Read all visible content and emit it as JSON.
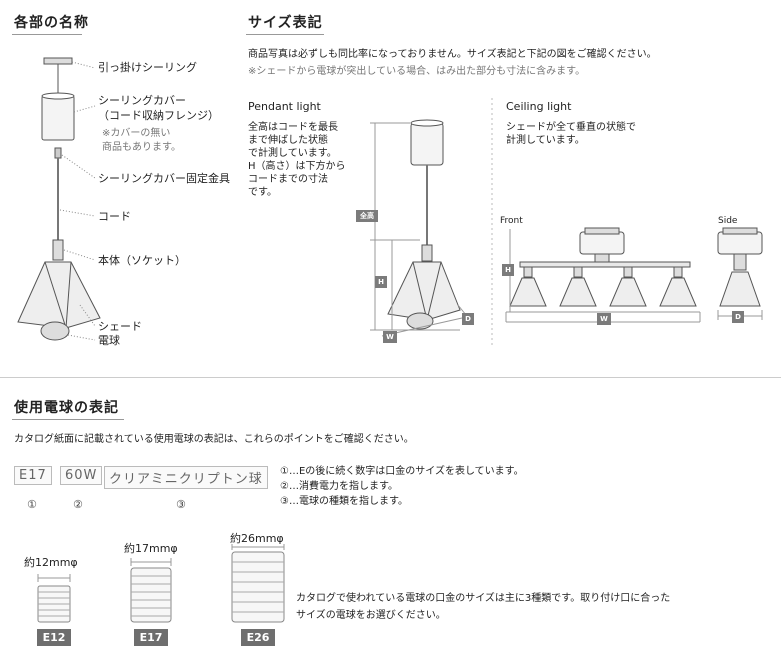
{
  "parts": {
    "title": "各部の名称",
    "labels": {
      "hook_ring": "引っ掛けシーリング",
      "ceiling_cover": "シーリングカバー",
      "ceiling_cover_sub": "（コード収納フレンジ）",
      "note1": "※カバーの無い",
      "note2": "商品もあります。",
      "fixing": "シーリングカバー固定金具",
      "cord": "コード",
      "body": "本体（ソケット）",
      "shade": "シェード",
      "bulb": "電球"
    }
  },
  "size": {
    "title": "サイズ表記",
    "desc1": "商品写真は必ずしも同比率になっておりません。サイズ表記と下記の図をご確認ください。",
    "desc2": "※シェードから電球が突出している場合、はみ出た部分も寸法に含みます。",
    "pendant": {
      "title": "Pendant light",
      "lines": [
        "全高はコードを最長",
        "まで伸ばした状態",
        "で計測しています。",
        "H（高さ）は下方から",
        "コードまでの寸法",
        "です。"
      ],
      "tag_total": "全高",
      "tag_h": "H",
      "tag_w": "W",
      "tag_d": "D"
    },
    "ceiling": {
      "title": "Ceiling light",
      "lines": [
        "シェードが全て垂直の状態で",
        "計測しています。"
      ],
      "front": "Front",
      "side": "Side",
      "tag_h": "H",
      "tag_w": "W",
      "tag_d": "D"
    }
  },
  "bulb": {
    "title": "使用電球の表記",
    "intro": "カタログ紙面に記載されている使用電球の表記は、これらのポイントをご確認ください。",
    "code1": "E17",
    "code2": "60W",
    "code3": "クリアミニクリプトン球",
    "circ1": "①",
    "circ2": "②",
    "circ3": "③",
    "exp1": "①…Eの後に続く数字は口金のサイズを表しています。",
    "exp2": "②…消費電力を指します。",
    "exp3": "③…電球の種類を指します。",
    "sizes": [
      {
        "label": "約12mmφ",
        "tag": "E12"
      },
      {
        "label": "約17mmφ",
        "tag": "E17"
      },
      {
        "label": "約26mmφ",
        "tag": "E26"
      }
    ],
    "note1": "カタログで使われている電球の口金のサイズは主に3種類です。取り付け口に合った",
    "note2": "サイズの電球をお選びください。"
  }
}
